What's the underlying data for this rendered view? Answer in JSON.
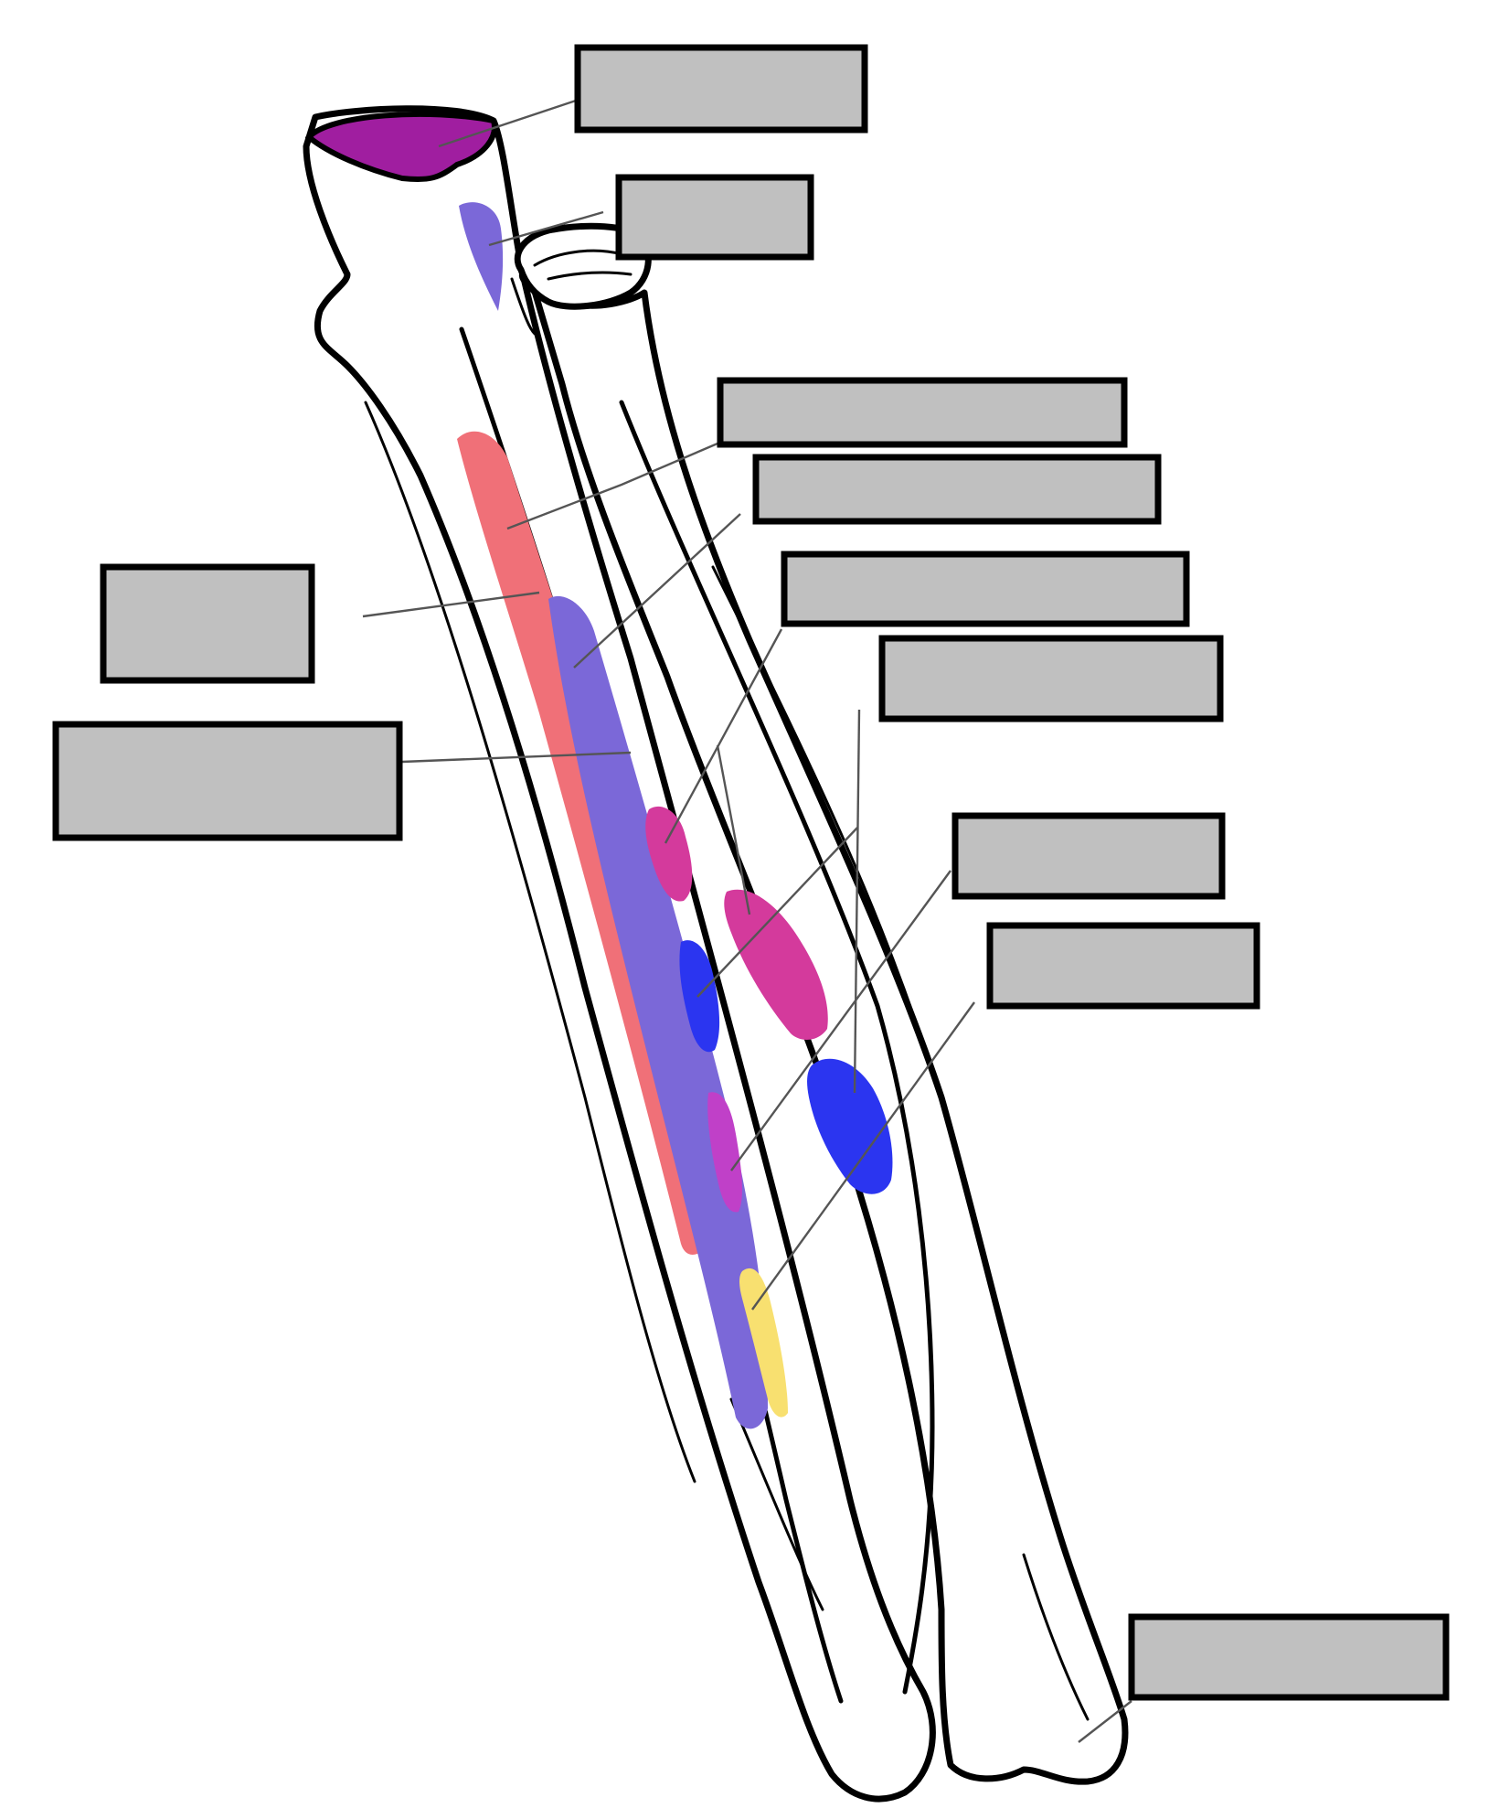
{
  "diagram": {
    "label_boxes": [
      {
        "id": "box-top-1",
        "text": ""
      },
      {
        "id": "box-top-2",
        "text": ""
      },
      {
        "id": "box-right-1",
        "text": ""
      },
      {
        "id": "box-right-2",
        "text": ""
      },
      {
        "id": "box-right-3",
        "text": ""
      },
      {
        "id": "box-right-4",
        "text": ""
      },
      {
        "id": "box-right-5",
        "text": ""
      },
      {
        "id": "box-right-6",
        "text": ""
      },
      {
        "id": "box-left-1",
        "text": ""
      },
      {
        "id": "box-left-2",
        "text": ""
      },
      {
        "id": "box-bottom-right",
        "text": ""
      }
    ],
    "colors": {
      "olecranon_purple": "#a01ea0",
      "lavender": "#7b68d8",
      "salmon": "#f07078",
      "magenta": "#d43a9c",
      "blue": "#2b35f0",
      "violet_magenta": "#c040c8",
      "yellow": "#f8e070",
      "label_fill": "#c0c0c0"
    }
  }
}
